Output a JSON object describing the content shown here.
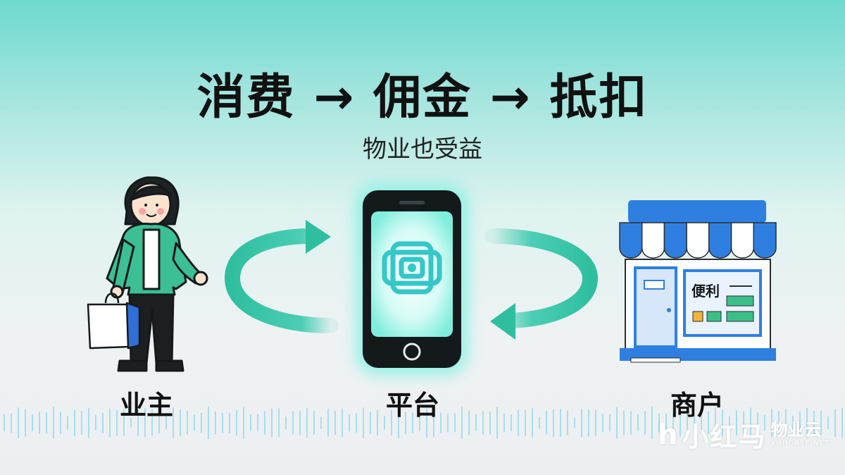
{
  "title": "消费 → 佣金 → 抵扣",
  "subtitle": "物业也受益",
  "nodes": [
    {
      "label": "业主"
    },
    {
      "label": "平台"
    },
    {
      "label": "商户"
    }
  ],
  "store_sign": "便利",
  "logo": {
    "mark": "h",
    "main": "小红马",
    "sub": "物业云",
    "en": "XHHORSE.NET"
  },
  "colors": {
    "accent": "#3ccfb4",
    "jacket": "#3cbf95",
    "awning": "#2f7fe0",
    "phone_glow": "#5ff2de"
  },
  "icons": [
    "person-icon",
    "shopping-bag-icon",
    "phone-icon",
    "chip-icon",
    "store-icon",
    "cycle-arrow-icon"
  ]
}
